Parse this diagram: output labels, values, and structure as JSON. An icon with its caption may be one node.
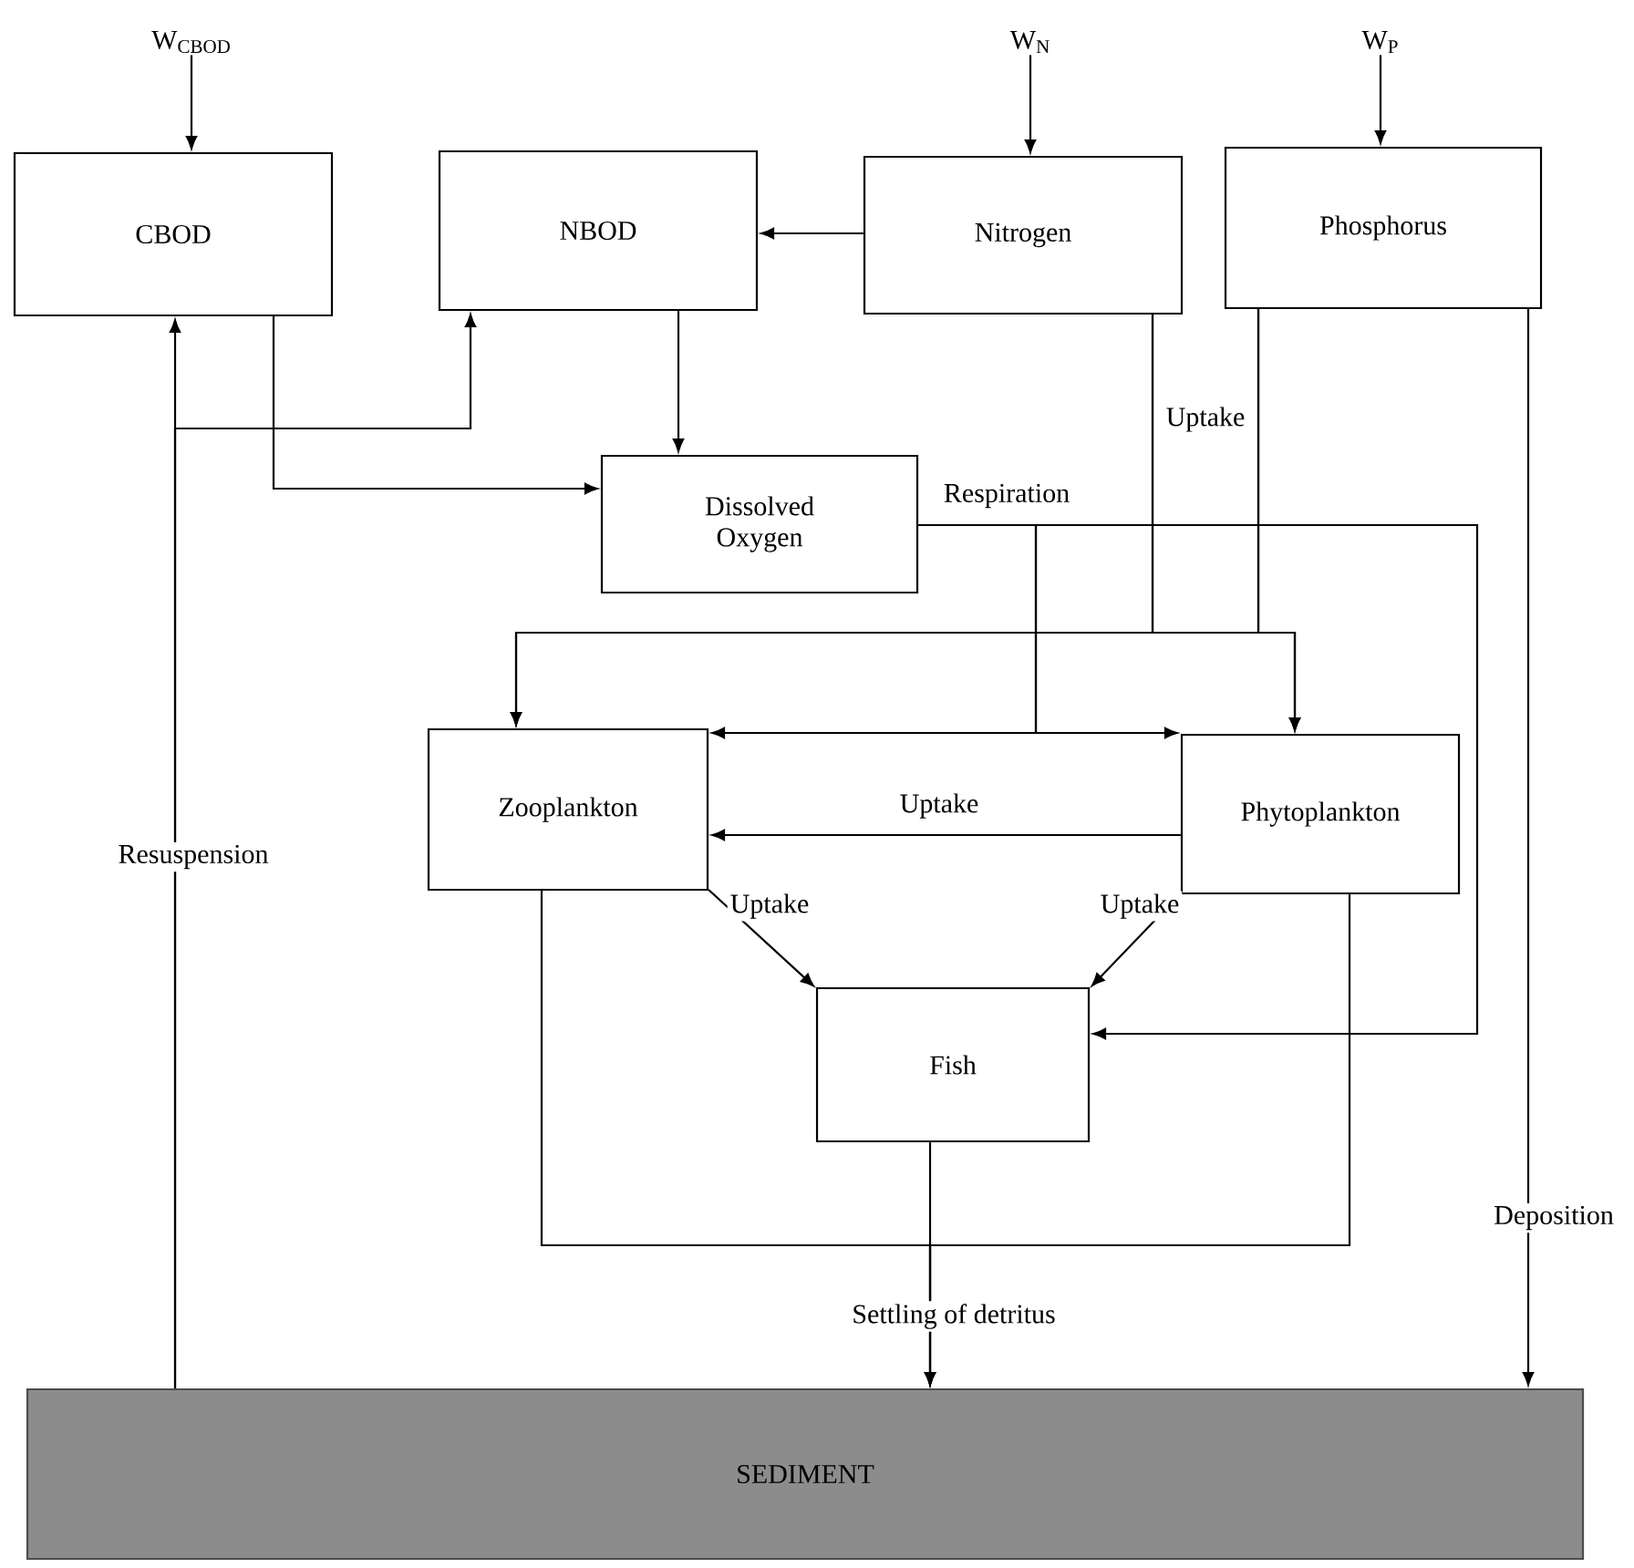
{
  "diagram": {
    "nodes": [
      {
        "text": [
          "CBOD"
        ]
      },
      {
        "text": [
          "NBOD"
        ]
      },
      {
        "text": [
          "Nitrogen"
        ]
      },
      {
        "text": [
          "Phosphorus"
        ]
      },
      {
        "text": [
          "Dissolved Oxygen"
        ]
      },
      {
        "text": [
          "Zooplankton"
        ]
      },
      {
        "text": [
          "Phytoplankton"
        ]
      },
      {
        "text": [
          "Fish"
        ]
      },
      {
        "text": [
          "SEDIMENT"
        ]
      },
      {
        "text": [
          "W$_{CBOD}$"
        ]
      },
      {
        "text": [
          "W$_{N}$"
        ]
      },
      {
        "text": [
          "W$_{P}$"
        ]
      }
    ],
    "edges": [
      {
        "from": 9,
        "to": 0,
        "arrow": "to"
      },
      {
        "from": 10,
        "to": 2,
        "arrow": "to"
      },
      {
        "from": 11,
        "to": 3,
        "arrow": "to"
      },
      {
        "from": 2,
        "to": 1,
        "arrow": "to"
      },
      {
        "from": 0,
        "to": 4,
        "arrow": "to"
      },
      {
        "from": 8,
        "to": 0,
        "arrow": "to",
        "label": "Resuspension"
      },
      {
        "from": 8,
        "to": 1,
        "arrow": "to"
      },
      {
        "from": 1,
        "to": 4,
        "arrow": "to"
      },
      {
        "from": 4,
        "to": 7,
        "arrow": "to",
        "label": "Respiration"
      },
      {
        "from": 4,
        "to": 5,
        "arrow": "to"
      },
      {
        "from": 4,
        "to": 6,
        "arrow": "to"
      },
      {
        "from": 2,
        "to": 5,
        "arrow": "to",
        "label": "Uptake"
      },
      {
        "from": 2,
        "to": 6,
        "arrow": "to"
      },
      {
        "from": 3,
        "to": 5,
        "arrow": "to"
      },
      {
        "from": 3,
        "to": 6,
        "arrow": "to"
      },
      {
        "from": 6,
        "to": 5,
        "arrow": "to",
        "label": "Uptake"
      },
      {
        "from": 5,
        "to": 7,
        "arrow": "to",
        "label": "Uptake"
      },
      {
        "from": 6,
        "to": 7,
        "arrow": "to",
        "label": "Uptake"
      },
      {
        "from": 5,
        "to": 8,
        "arrow": "to"
      },
      {
        "from": 7,
        "to": 8,
        "arrow": "to",
        "label": "Settling of detritus"
      },
      {
        "from": 6,
        "to": 8,
        "arrow": "to"
      },
      {
        "from": 3,
        "to": 8,
        "arrow": "to",
        "label": "Deposition"
      }
    ]
  }
}
